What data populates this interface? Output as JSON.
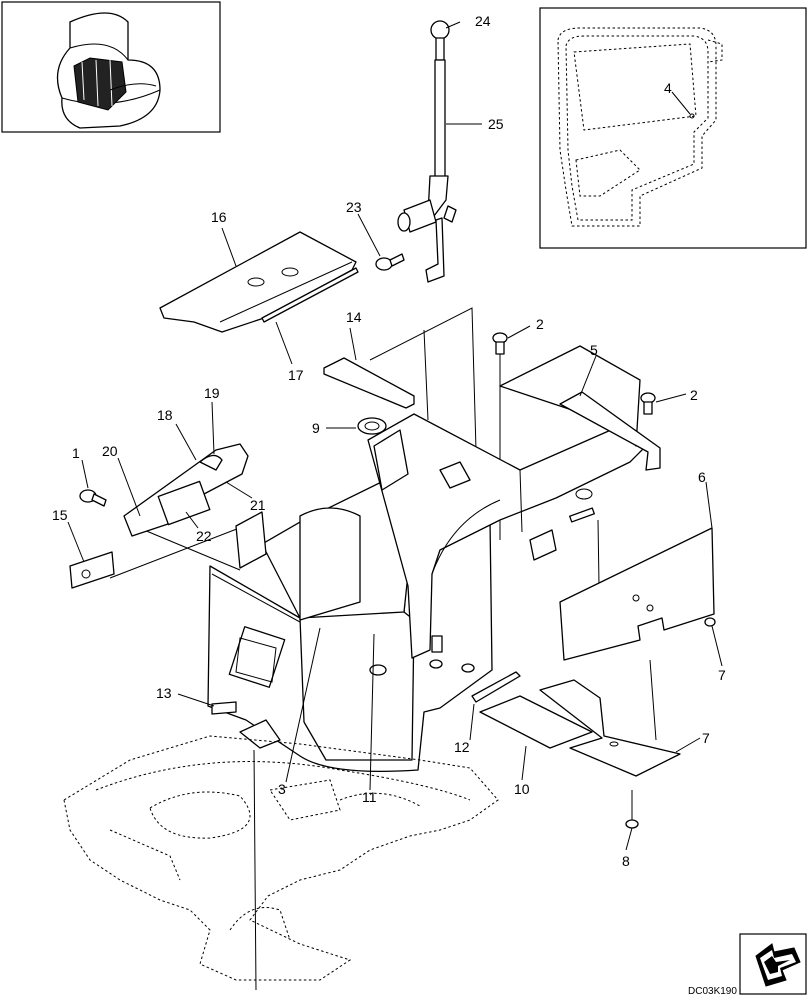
{
  "diagram": {
    "drawing_code": "DC03K190",
    "callouts": [
      {
        "label": "1"
      },
      {
        "label": "2"
      },
      {
        "label": "2"
      },
      {
        "label": "3"
      },
      {
        "label": "4"
      },
      {
        "label": "5"
      },
      {
        "label": "6"
      },
      {
        "label": "7"
      },
      {
        "label": "7"
      },
      {
        "label": "8"
      },
      {
        "label": "9"
      },
      {
        "label": "10"
      },
      {
        "label": "11"
      },
      {
        "label": "12"
      },
      {
        "label": "13"
      },
      {
        "label": "14"
      },
      {
        "label": "15"
      },
      {
        "label": "16"
      },
      {
        "label": "17"
      },
      {
        "label": "18"
      },
      {
        "label": "19"
      },
      {
        "label": "20"
      },
      {
        "label": "21"
      },
      {
        "label": "22"
      },
      {
        "label": "23"
      },
      {
        "label": "24"
      },
      {
        "label": "25"
      }
    ],
    "icons": {
      "inset_machine": "machine-location-icon",
      "inset_cab": "cab-location-icon",
      "next_page": "next-page-arrow-icon"
    }
  }
}
